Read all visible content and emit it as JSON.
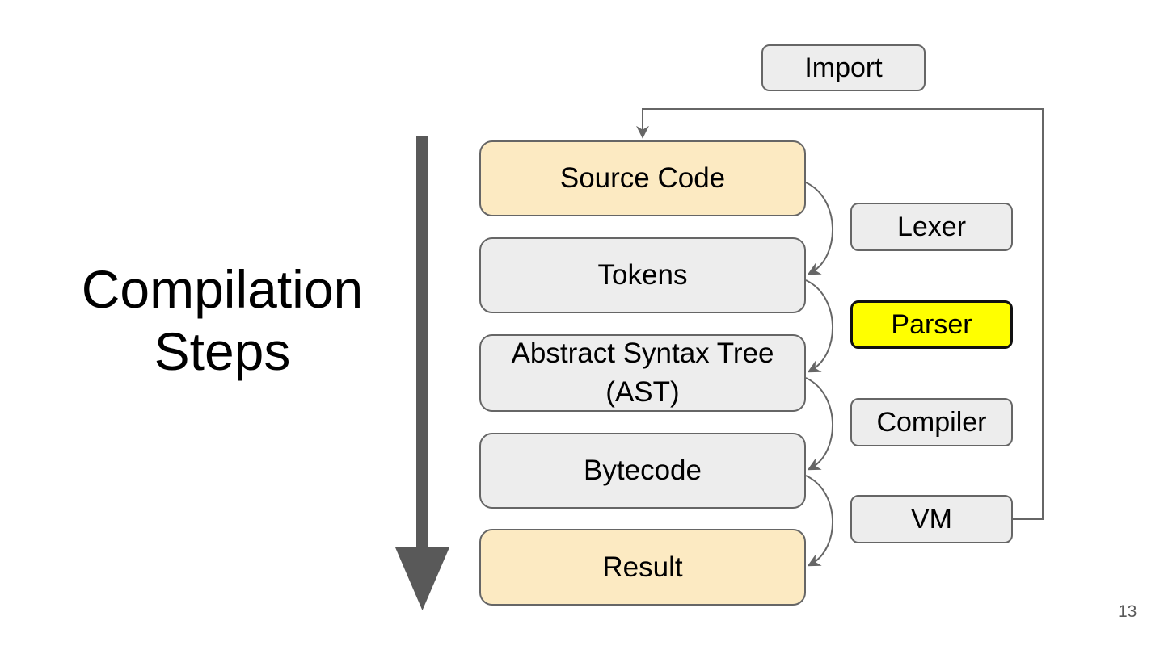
{
  "slide": {
    "title": "Compilation Steps",
    "title_line1": "Compilation",
    "title_line2": "Steps",
    "page_number": "13"
  },
  "diagram": {
    "import_box": {
      "label": "Import"
    },
    "main_steps": [
      {
        "label": "Source Code",
        "highlighted": true
      },
      {
        "label": "Tokens",
        "highlighted": false
      },
      {
        "label": "Abstract Syntax Tree\n(AST)",
        "highlighted": false
      },
      {
        "label": "Bytecode",
        "highlighted": false
      },
      {
        "label": "Result",
        "highlighted": true
      }
    ],
    "processors": [
      {
        "label": "Lexer",
        "highlighted": false
      },
      {
        "label": "Parser",
        "highlighted": true
      },
      {
        "label": "Compiler",
        "highlighted": false
      },
      {
        "label": "VM",
        "highlighted": false
      }
    ],
    "flow": [
      {
        "from": "Source Code",
        "to": "Tokens",
        "via": "Lexer"
      },
      {
        "from": "Tokens",
        "to": "Abstract Syntax Tree (AST)",
        "via": "Parser"
      },
      {
        "from": "Abstract Syntax Tree (AST)",
        "to": "Bytecode",
        "via": "Compiler"
      },
      {
        "from": "Bytecode",
        "to": "Result",
        "via": "VM"
      },
      {
        "from": "VM",
        "to": "Source Code",
        "via": "Import"
      }
    ],
    "colors": {
      "cream": "#FCEAC2",
      "gray": "#EDEDED",
      "yellow": "#FFFF00",
      "border": "#666666",
      "parser_border": "#111111",
      "connector": "#666666",
      "flow_arrow": "#595959",
      "page_number": "#595959"
    }
  }
}
